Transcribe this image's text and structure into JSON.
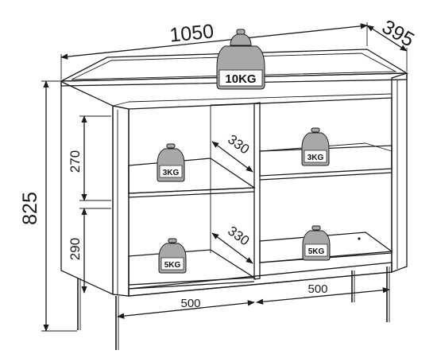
{
  "dimensions": {
    "width": "1050",
    "depth": "395",
    "height": "825",
    "upper_shelf_height": "270",
    "lower_shelf_height": "290",
    "upper_shelf_depth": "330",
    "lower_shelf_depth": "330",
    "left_compartment_width": "500",
    "right_compartment_width": "500"
  },
  "weights": {
    "top": "10KG",
    "upper_left": "3KG",
    "upper_right": "3KG",
    "lower_left": "5KG",
    "lower_right": "5KG"
  },
  "colors": {
    "line": "#1a1a1a",
    "weight_fill": "#a8a8a8",
    "weight_shade": "#7d7d7d",
    "panel_fill": "#ffffff"
  }
}
